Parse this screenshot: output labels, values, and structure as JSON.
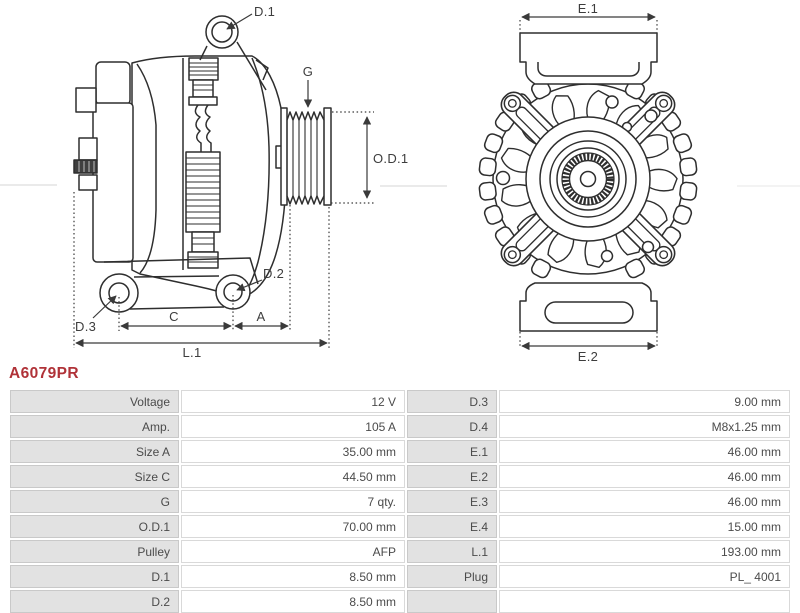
{
  "part_number": "A6079PR",
  "colors": {
    "accent": "#b03238",
    "drawing_line": "#2e2e2e",
    "table_label_bg": "#e2e2e2",
    "table_border": "#c9c9c9",
    "table_text": "#4b4b4b"
  },
  "diagram": {
    "side_view": {
      "labels": {
        "d1": "D.1",
        "g": "G",
        "od1": "O.D.1",
        "d2": "D.2",
        "d3": "D.3",
        "c": "C",
        "a": "A",
        "l1": "L.1"
      }
    },
    "front_view": {
      "labels": {
        "e1": "E.1",
        "e2": "E.2"
      }
    }
  },
  "table": {
    "rows": [
      [
        "Voltage",
        "12 V",
        "D.3",
        "9.00 mm"
      ],
      [
        "Amp.",
        "105 A",
        "D.4",
        "M8x1.25 mm"
      ],
      [
        "Size A",
        "35.00 mm",
        "E.1",
        "46.00 mm"
      ],
      [
        "Size C",
        "44.50 mm",
        "E.2",
        "46.00 mm"
      ],
      [
        "G",
        "7 qty.",
        "E.3",
        "46.00 mm"
      ],
      [
        "O.D.1",
        "70.00 mm",
        "E.4",
        "15.00 mm"
      ],
      [
        "Pulley",
        "AFP",
        "L.1",
        "193.00 mm"
      ],
      [
        "D.1",
        "8.50 mm",
        "Plug",
        "PL_ 4001"
      ],
      [
        "D.2",
        "8.50 mm",
        "",
        ""
      ]
    ]
  }
}
